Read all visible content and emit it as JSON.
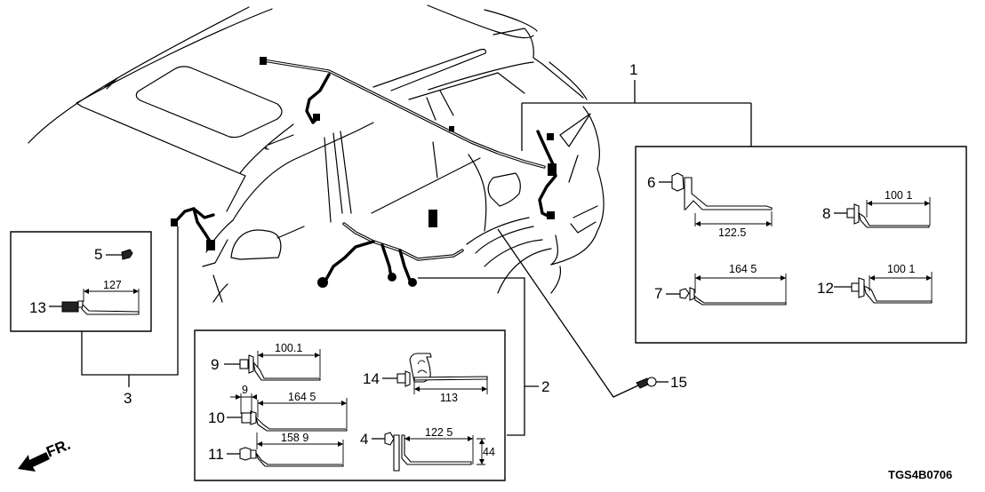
{
  "diagram": {
    "title": "Wire harness parts diagram",
    "diagram_code": "TGS4B0706",
    "direction_indicator": "FR.",
    "groups": [
      {
        "callout": "1",
        "parts": [
          "6",
          "7",
          "8",
          "12"
        ]
      },
      {
        "callout": "2",
        "parts": [
          "9",
          "10",
          "11",
          "14",
          "4"
        ]
      },
      {
        "callout": "3",
        "parts": [
          "5",
          "13"
        ]
      }
    ],
    "parts": [
      {
        "callout": "6",
        "dimension": "122.5"
      },
      {
        "callout": "8",
        "dimension": "100 1"
      },
      {
        "callout": "7",
        "dimension": "164 5"
      },
      {
        "callout": "12",
        "dimension": "100 1"
      },
      {
        "callout": "9",
        "dimension": "100.1"
      },
      {
        "callout": "10",
        "dimension": "164 5",
        "secondary_dimension": "9"
      },
      {
        "callout": "11",
        "dimension": "158 9"
      },
      {
        "callout": "14",
        "dimension": "113"
      },
      {
        "callout": "4",
        "dimension": "122 5",
        "secondary_dimension": "44"
      },
      {
        "callout": "5",
        "dimension": ""
      },
      {
        "callout": "13",
        "dimension": "127"
      },
      {
        "callout": "15",
        "dimension": ""
      }
    ]
  }
}
